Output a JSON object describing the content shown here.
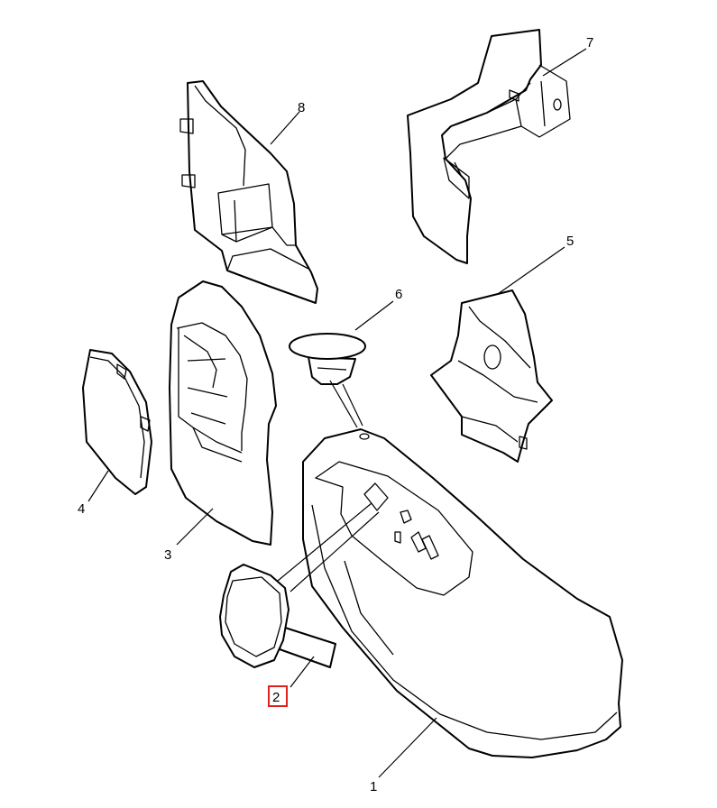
{
  "callouts": [
    {
      "id": "1",
      "label": "1",
      "part": "lower-trim-panel"
    },
    {
      "id": "2",
      "label": "2",
      "part": "switch-knob",
      "highlighted": true
    },
    {
      "id": "3",
      "label": "3",
      "part": "speaker-surround"
    },
    {
      "id": "4",
      "label": "4",
      "part": "speaker-grille-cover"
    },
    {
      "id": "5",
      "label": "5",
      "part": "bracket-right"
    },
    {
      "id": "6",
      "label": "6",
      "part": "retaining-clip"
    },
    {
      "id": "7",
      "label": "7",
      "part": "upper-trim-bracket"
    },
    {
      "id": "8",
      "label": "8",
      "part": "side-bracket"
    }
  ],
  "colors": {
    "line": "#000000",
    "background": "#ffffff",
    "highlight": "#e0211d"
  }
}
